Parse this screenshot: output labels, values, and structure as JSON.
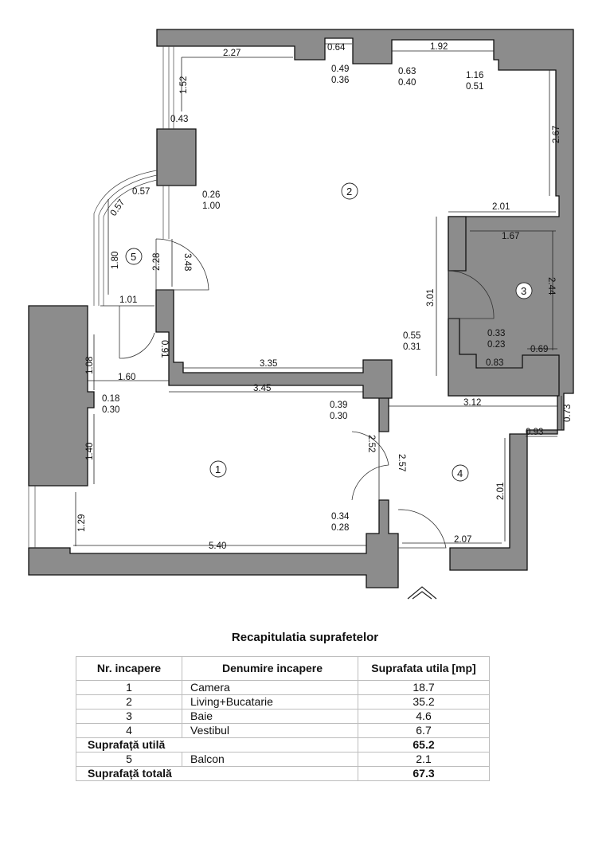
{
  "plan": {
    "rooms": [
      {
        "number": "1"
      },
      {
        "number": "2"
      },
      {
        "number": "3"
      },
      {
        "number": "4"
      },
      {
        "number": "5"
      }
    ],
    "dimensions": [
      "2.27",
      "0.64",
      "1.92",
      "0.49",
      "0.36",
      "0.63",
      "0.40",
      "1.16",
      "0.51",
      "1.52",
      "0.43",
      "2.67",
      "0.26",
      "1.00",
      "2.01",
      "1.67",
      "0.57",
      "0.57",
      "1.80",
      "2.28",
      "3.48",
      "3.01",
      "2.44",
      "1.01",
      "0.33",
      "0.23",
      "0.69",
      "0.83",
      "0.55",
      "0.31",
      "0.91",
      "3.35",
      "1.08",
      "1.60",
      "3.45",
      "0.18",
      "0.30",
      "0.39",
      "0.30",
      "3.12",
      "0.73",
      "0.93",
      "2.52",
      "2.57",
      "1.40",
      "2.01",
      "0.34",
      "0.28",
      "1.29",
      "5.40",
      "2.07"
    ]
  },
  "summary": {
    "title": "Recapitulatia suprafetelor",
    "headers": [
      "Nr. incapere",
      "Denumire incapere",
      "Suprafata utila [mp]"
    ],
    "rooms": [
      {
        "nr": "1",
        "name": "Camera",
        "area": "18.7"
      },
      {
        "nr": "2",
        "name": "Living+Bucatarie",
        "area": "35.2"
      },
      {
        "nr": "3",
        "name": "Baie",
        "area": "4.6"
      },
      {
        "nr": "4",
        "name": "Vestibul",
        "area": "6.7"
      }
    ],
    "useful_label": "Suprafață utilă",
    "useful_value": "65.2",
    "balcony": {
      "nr": "5",
      "name": "Balcon",
      "area": "2.1"
    },
    "total_label": "Suprafață totală",
    "total_value": "67.3"
  }
}
